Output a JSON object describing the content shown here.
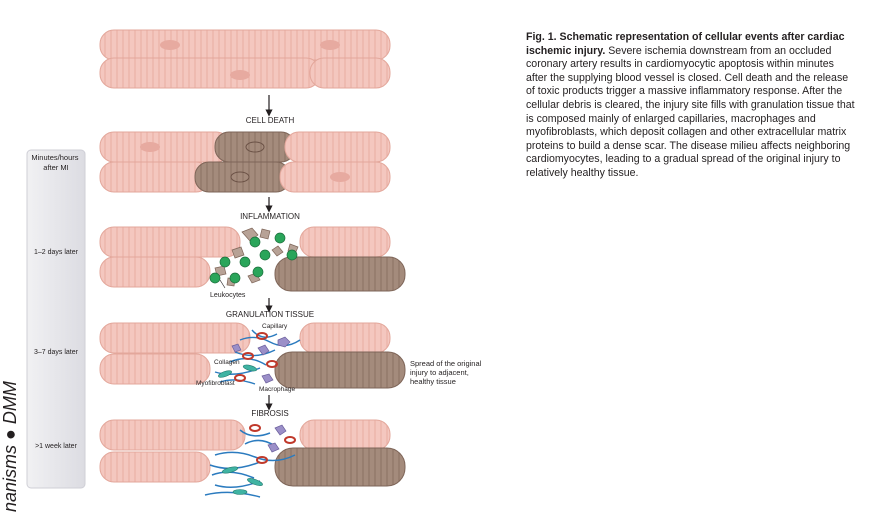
{
  "figure": {
    "stages": [
      "CELL DEATH",
      "INFLAMMATION",
      "GRANULATION TISSUE",
      "FIBROSIS"
    ],
    "timeline": {
      "header": "Minutes/hours\nafter MI",
      "marks": [
        "1–2 days later",
        "3–7 days later",
        ">1 week later"
      ]
    },
    "callouts": {
      "leukocytes": "Leukocytes",
      "capillary": "Capillary",
      "collagen": "Collagen",
      "myofibroblast": "Myofibroblast",
      "macrophage": "Macrophage",
      "spread": "Spread of the original\ninjury to adjacent,\nhealthy tissue"
    },
    "watermark": "nanisms ● DMM"
  },
  "caption": {
    "title": "Fig. 1. Schematic representation of cellular events after cardiac ischemic injury.",
    "body": "Severe ischemia downstream from an occluded coronary artery results in cardiomyocytic apoptosis within minutes after the supplying blood vessel is closed. Cell death and the release of toxic products trigger a massive inflammatory response. After the cellular debris is cleared, the injury site fills with granulation tissue that is composed mainly of enlarged capillaries, macrophages and myofibroblasts, which deposit collagen and other extracellular matrix proteins to build a dense scar. The disease milieu affects neighboring cardiomyocytes, leading to a gradual spread of the original injury to relatively healthy tissue."
  },
  "colors": {
    "healthy_cell": "#f4c7bf",
    "dead_cell": "#a48b7c",
    "leukocyte": "#2aa55a",
    "capillary": "#c0392b",
    "macrophage": "#9b8fc8",
    "collagen": "#2b7bbf",
    "timeline_bar": "#e6e6ea"
  }
}
